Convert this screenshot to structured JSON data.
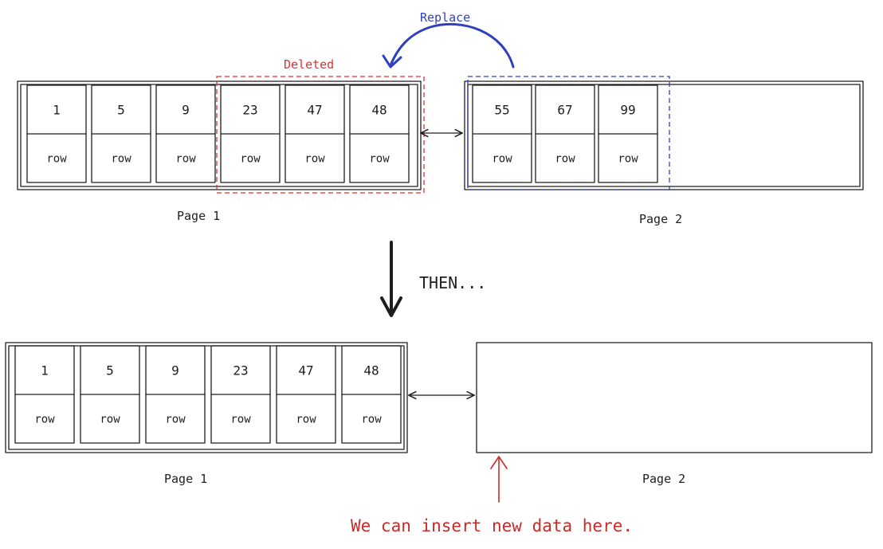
{
  "top": {
    "page1": {
      "label": "Page 1",
      "cells": [
        {
          "key": "1",
          "row": "row"
        },
        {
          "key": "5",
          "row": "row"
        },
        {
          "key": "9",
          "row": "row"
        },
        {
          "key": "23",
          "row": "row"
        },
        {
          "key": "47",
          "row": "row"
        },
        {
          "key": "48",
          "row": "row"
        }
      ]
    },
    "page2": {
      "label": "Page 2",
      "cells": [
        {
          "key": "55",
          "row": "row"
        },
        {
          "key": "67",
          "row": "row"
        },
        {
          "key": "99",
          "row": "row"
        }
      ]
    },
    "deleted_label": "Deleted",
    "replace_label": "Replace"
  },
  "then_label": "THEN...",
  "bottom": {
    "page1": {
      "label": "Page 1",
      "cells": [
        {
          "key": "1",
          "row": "row"
        },
        {
          "key": "5",
          "row": "row"
        },
        {
          "key": "9",
          "row": "row"
        },
        {
          "key": "23",
          "row": "row"
        },
        {
          "key": "47",
          "row": "row"
        },
        {
          "key": "48",
          "row": "row"
        }
      ]
    },
    "page2": {
      "label": "Page 2",
      "cells": []
    },
    "insert_note": "We can insert new data here."
  },
  "colors": {
    "ink": "#1e1e1e",
    "deleted": "#e03131",
    "replace": "#2f3fbf",
    "note": "#c92a2a"
  }
}
